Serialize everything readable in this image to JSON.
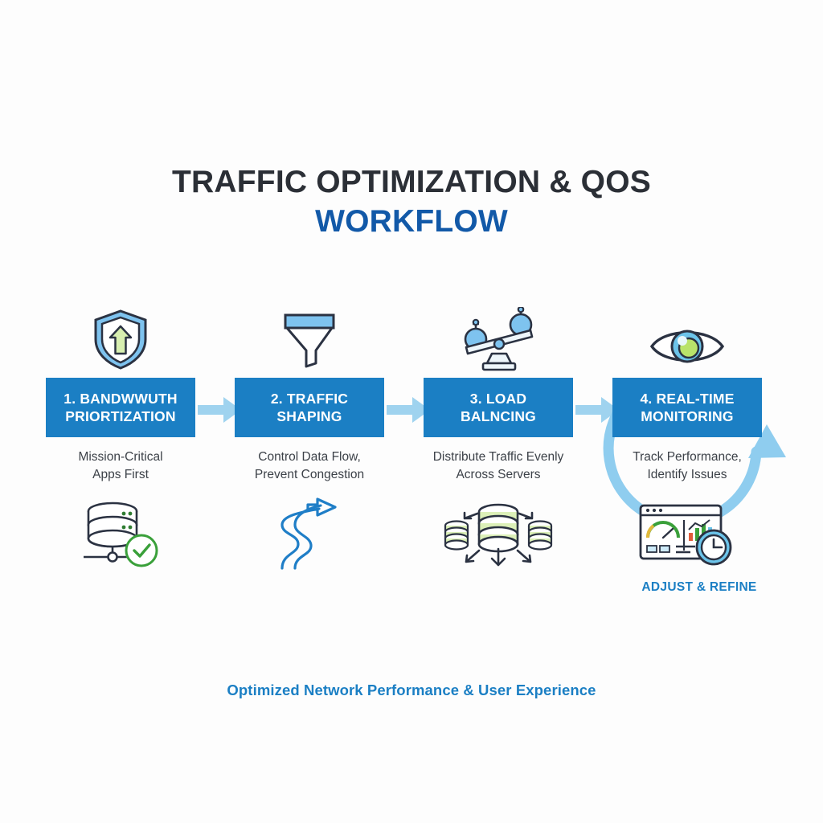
{
  "title": {
    "line1": "TRAFFIC OPTIMIZATION & QOS",
    "line2": "WORKFLOW"
  },
  "colors": {
    "background": "#fdfdfd",
    "box_blue": "#1b7fc4",
    "title_dark": "#2b2f36",
    "title_blue": "#1259a8",
    "arrow_light_blue": "#9fd3ef",
    "accent_blue": "#1b7fc4",
    "icon_green": "#cfe9a8",
    "icon_outline": "#2b3242",
    "check_green": "#3aa03a"
  },
  "steps": [
    {
      "number": "1",
      "box_label": "1. BANDWWUTH\nPRIORTIZATION",
      "description": "Mission-Critical\nApps First",
      "top_icon": "shield-up-arrow-icon",
      "bottom_icon": "database-check-icon"
    },
    {
      "number": "2",
      "box_label": "2. TRAFFIC\nSHAPING",
      "description": "Control Data Flow,\nPrevent Congestion",
      "top_icon": "funnel-icon",
      "bottom_icon": "winding-arrow-icon"
    },
    {
      "number": "3",
      "box_label": "3. LOAD\nBALNCING",
      "description": "Distribute Traffic Evenly\nAcross Servers",
      "top_icon": "balance-scale-icon",
      "bottom_icon": "database-distribute-icon"
    },
    {
      "number": "4",
      "box_label": "4. REAL-TIME\nMONITORING",
      "description": "Track Performance,\nIdentify Issues",
      "top_icon": "eye-icon",
      "bottom_icon": "dashboard-clock-icon"
    }
  ],
  "connectors": [
    {
      "name": "arrow-step1-to-step2"
    },
    {
      "name": "arrow-step2-to-step3"
    },
    {
      "name": "arrow-step3-to-step4"
    }
  ],
  "feedback_loop": {
    "label": "ADJUST & REFINE",
    "icon": "circular-feedback-arrow-icon"
  },
  "footer": {
    "note": "Optimized Network Performance & User Experience"
  }
}
